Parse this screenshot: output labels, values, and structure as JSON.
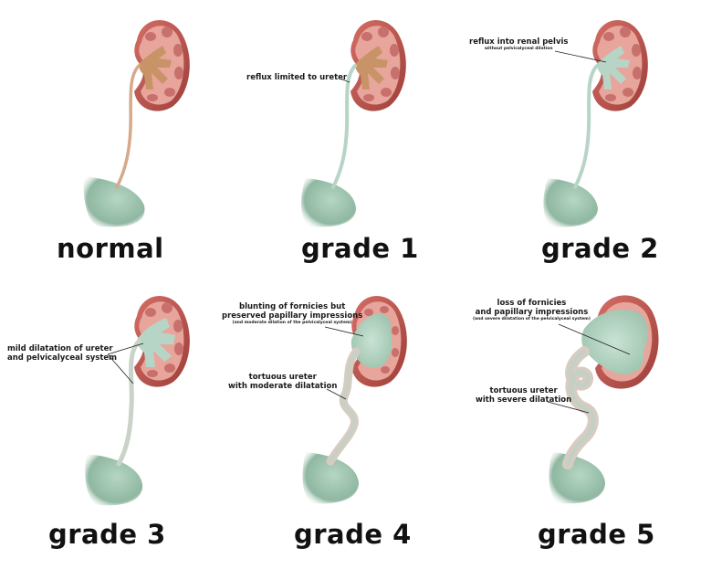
{
  "panels": [
    {
      "id": "normal",
      "label": "normal",
      "annotations": []
    },
    {
      "id": "grade1",
      "label": "grade 1",
      "annotations": [
        {
          "lines": [
            "reflux limited to ureter"
          ]
        }
      ]
    },
    {
      "id": "grade2",
      "label": "grade 2",
      "annotations": [
        {
          "lines": [
            "reflux into renal pelvis"
          ],
          "sub": "without pelvicalyceal dilation"
        }
      ]
    },
    {
      "id": "grade3",
      "label": "grade 3",
      "annotations": [
        {
          "lines": [
            "mild dilatation of ureter",
            "and pelvicalyceal system"
          ]
        }
      ]
    },
    {
      "id": "grade4",
      "label": "grade 4",
      "annotations": [
        {
          "lines": [
            "blunting of fornicies but",
            "preserved papillary impressions"
          ],
          "sub": "(and moderate dilation of the pelvicalyceal system)"
        },
        {
          "lines": [
            "tortuous ureter",
            "with moderate dilatation"
          ]
        }
      ]
    },
    {
      "id": "grade5",
      "label": "grade 5",
      "annotations": [
        {
          "lines": [
            "loss of fornicies",
            "and papillary impressions"
          ],
          "sub": "(and severe dilatation of the pelvicalyceal system)"
        },
        {
          "lines": [
            "tortuous ureter",
            "with severe dilatation"
          ]
        }
      ]
    }
  ],
  "colors": {
    "kidney_outer": "#b9544e",
    "kidney_cortex": "#e8a59b",
    "pyramid": "#c7706c",
    "pelvis_normal": "#c89467",
    "reflux_fluid": "#b7d5c6",
    "bladder": "#9fc3af",
    "ureter_normal": "#d7a98b",
    "ureter_tortuous": "#d8cbc2",
    "leader_line": "#222222"
  }
}
